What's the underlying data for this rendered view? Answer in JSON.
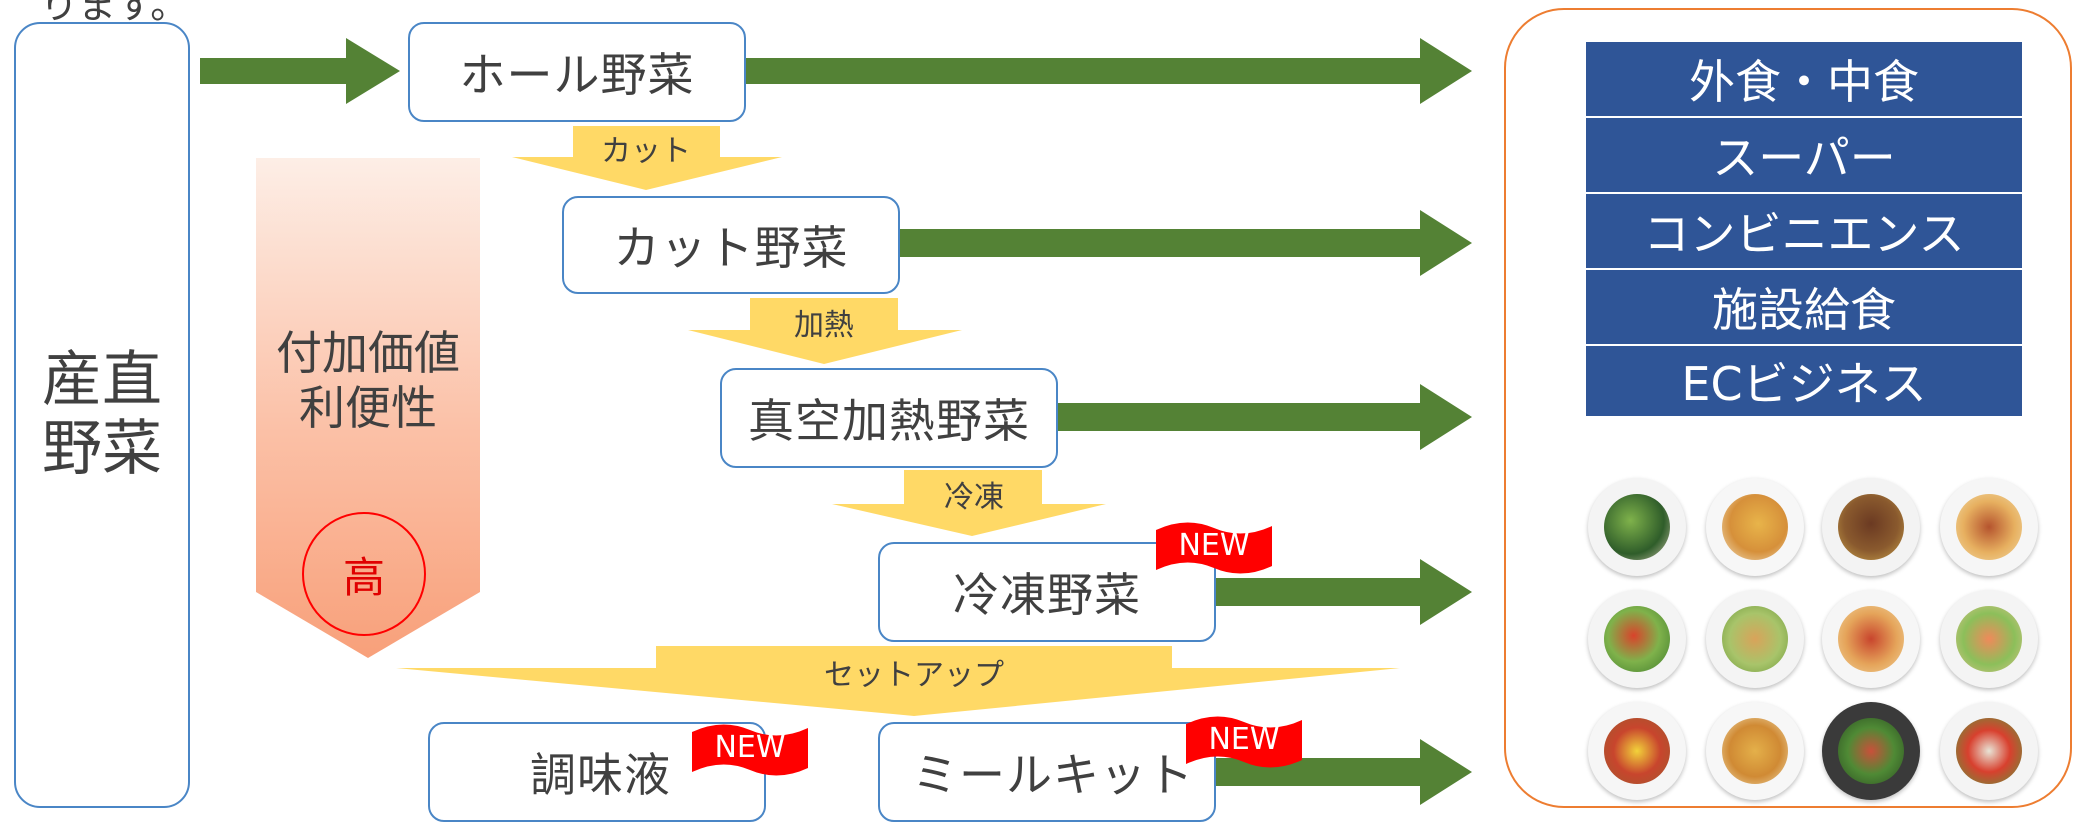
{
  "top_fragment": "ります。",
  "source": {
    "lines": [
      "産直",
      "野菜"
    ]
  },
  "value_arrow": {
    "lines": [
      "付加価値",
      "利便性"
    ],
    "badge": "高"
  },
  "stages": {
    "whole": "ホール野菜",
    "cut": "カット野菜",
    "vacuum": "真空加熱野菜",
    "frozen": "冷凍野菜",
    "seasoning": "調味液",
    "mealkit": "ミールキット"
  },
  "steps": {
    "cut": "カット",
    "heat": "加熱",
    "freeze": "冷凍",
    "setup": "セットアップ"
  },
  "new_badge": "NEW",
  "channels": [
    "外食・中食",
    "スーパー",
    "コンビニエンス",
    "施設給食",
    "ECビジネス"
  ],
  "food_images": [
    "salad-plate",
    "fries-plate",
    "steak-plate",
    "pasta-plate",
    "vegetable-salad-plate",
    "chicken-plate",
    "spaghetti-plate",
    "salmon-plate",
    "breakfast-plate",
    "fried-chicken-plate",
    "green-salad-plate",
    "greek-salad-plate"
  ],
  "colors": {
    "arrow_green": "#548235",
    "box_border": "#4a86c6",
    "channel_blue": "#2f5597",
    "step_yellow": "#ffd966",
    "new_red": "#ff0000",
    "panel_border": "#ed7d31"
  }
}
